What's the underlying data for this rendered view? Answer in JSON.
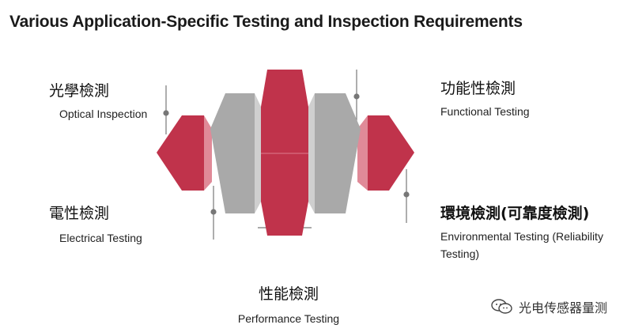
{
  "title": "Various Application-Specific Testing and Inspection Requirements",
  "labels": {
    "optical": {
      "zh": "光學檢測",
      "en": "Optical Inspection"
    },
    "functional": {
      "zh": "功能性檢測",
      "en": "Functional Testing"
    },
    "electrical": {
      "zh": "電性檢測",
      "en": "Electrical Testing"
    },
    "environmental": {
      "zh": "環境檢測(可靠度檢測)",
      "en": "Environmental Testing (Reliability Testing)"
    },
    "performance": {
      "zh": "性能檢測",
      "en": "Performance Testing"
    }
  },
  "watermark": {
    "text": "光电传感器量测",
    "icon": "wechat-icon"
  },
  "colors": {
    "red": "#c0334b",
    "red_light": "#e08a98",
    "red_dark": "#9e2438",
    "gray": "#a9a9a9",
    "gray_light": "#cfcfcf",
    "gray_dark": "#8f8f8f",
    "connector": "#777777"
  }
}
